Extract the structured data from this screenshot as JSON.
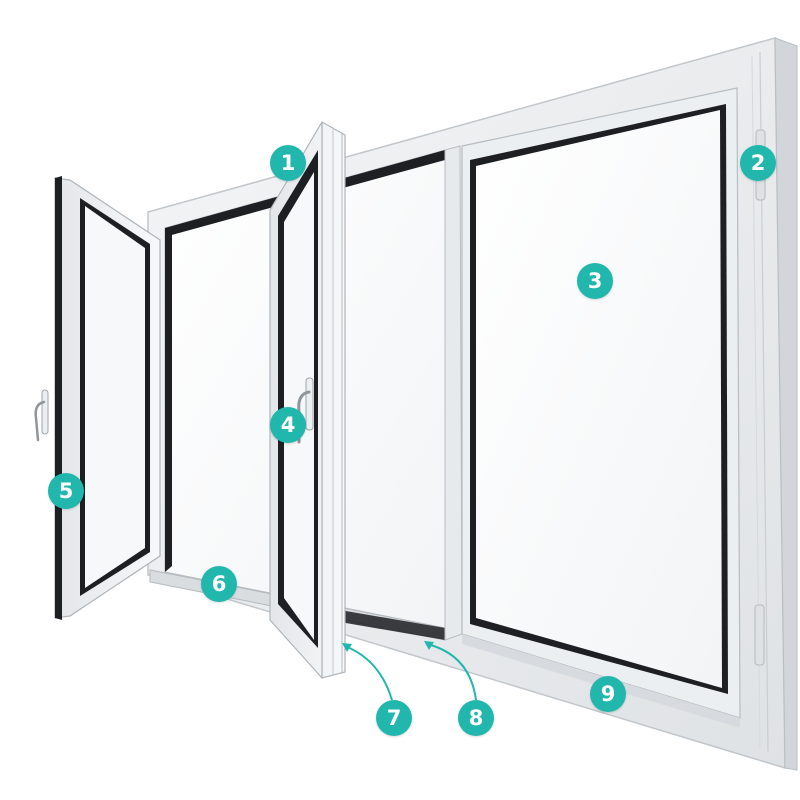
{
  "colors": {
    "accent": "#21b7ad",
    "frame": "#eef0f1",
    "frame_edge": "#b9bfc4",
    "glass": "#fbfcfd",
    "gasket": "#1d1f22"
  },
  "callouts": [
    {
      "label": "1",
      "part": "sash-top"
    },
    {
      "label": "2",
      "part": "hinge"
    },
    {
      "label": "3",
      "part": "glass-pane"
    },
    {
      "label": "4",
      "part": "handle"
    },
    {
      "label": "5",
      "part": "left-sash"
    },
    {
      "label": "6",
      "part": "bottom-frame"
    },
    {
      "label": "7",
      "part": "sash-bottom-edge"
    },
    {
      "label": "8",
      "part": "track-seal"
    },
    {
      "label": "9",
      "part": "fixed-panel-bottom-rail"
    }
  ]
}
